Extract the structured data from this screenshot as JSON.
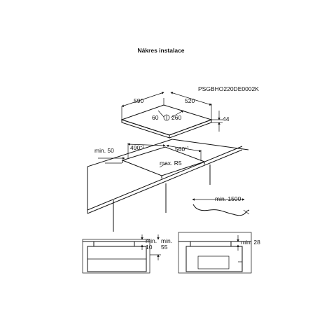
{
  "title": "Nákres instalace",
  "model_code": "PSGBHO220DE0002K",
  "hob": {
    "width": "590",
    "depth": "520",
    "height": "44",
    "edge_offset": "60",
    "knob_distance": "260"
  },
  "cutout": {
    "width": "490",
    "width_tol": "+1",
    "depth": "560",
    "depth_tol": "+1",
    "radius": "max. R5",
    "min_front": "min. 50"
  },
  "cable": {
    "min_length": "min. 1500"
  },
  "detail_left": {
    "min_a": "min.",
    "val_a": "10",
    "min_b": "min.",
    "val_b": "55"
  },
  "detail_right": {
    "min_label": "min. 28"
  }
}
